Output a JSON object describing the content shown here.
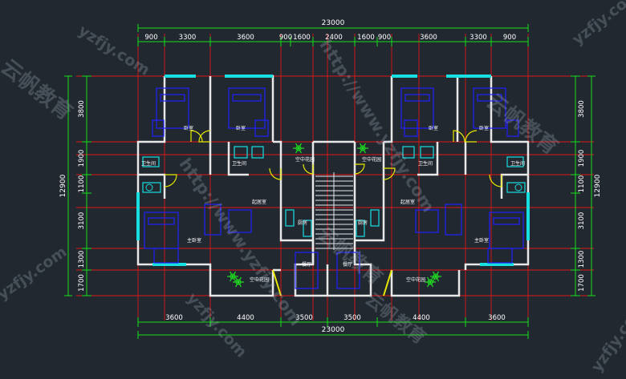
{
  "colors": {
    "background": "#212830",
    "wall": "#e8e8e8",
    "axis": "#e01818",
    "dimension": "#18e018",
    "furniture": "#2020ff",
    "fixture": "#18e0e0",
    "door": "#e8e800",
    "text": "#ffffff",
    "plant": "#20e020"
  },
  "dimensions": {
    "top_total": "23000",
    "top_segments": [
      "900",
      "3300",
      "3600",
      "900",
      "1600",
      "2400",
      "1600",
      "900",
      "3600",
      "3300",
      "900"
    ],
    "bottom_total": "23000",
    "bottom_segments": [
      "3600",
      "4400",
      "3500",
      "3500",
      "4400",
      "3600"
    ],
    "left_total": "12900",
    "left_segments": [
      "3800",
      "1900",
      "1100",
      "3100",
      "1300",
      "1700"
    ],
    "right_total": "12900",
    "right_segments": [
      "3800",
      "1900",
      "1100",
      "3100",
      "1300",
      "1700"
    ]
  },
  "rooms": {
    "bedroom": "卧室",
    "bathroom": "卫生间",
    "master_bedroom": "主卧室",
    "living_room": "起居室",
    "kitchen": "厨房",
    "dining": "餐厅",
    "sky_garden": "空中花园"
  },
  "watermarks": {
    "url": "yzfjy.com",
    "url_long": "http://www.yzfjy.com",
    "brand": "云帆教育"
  }
}
